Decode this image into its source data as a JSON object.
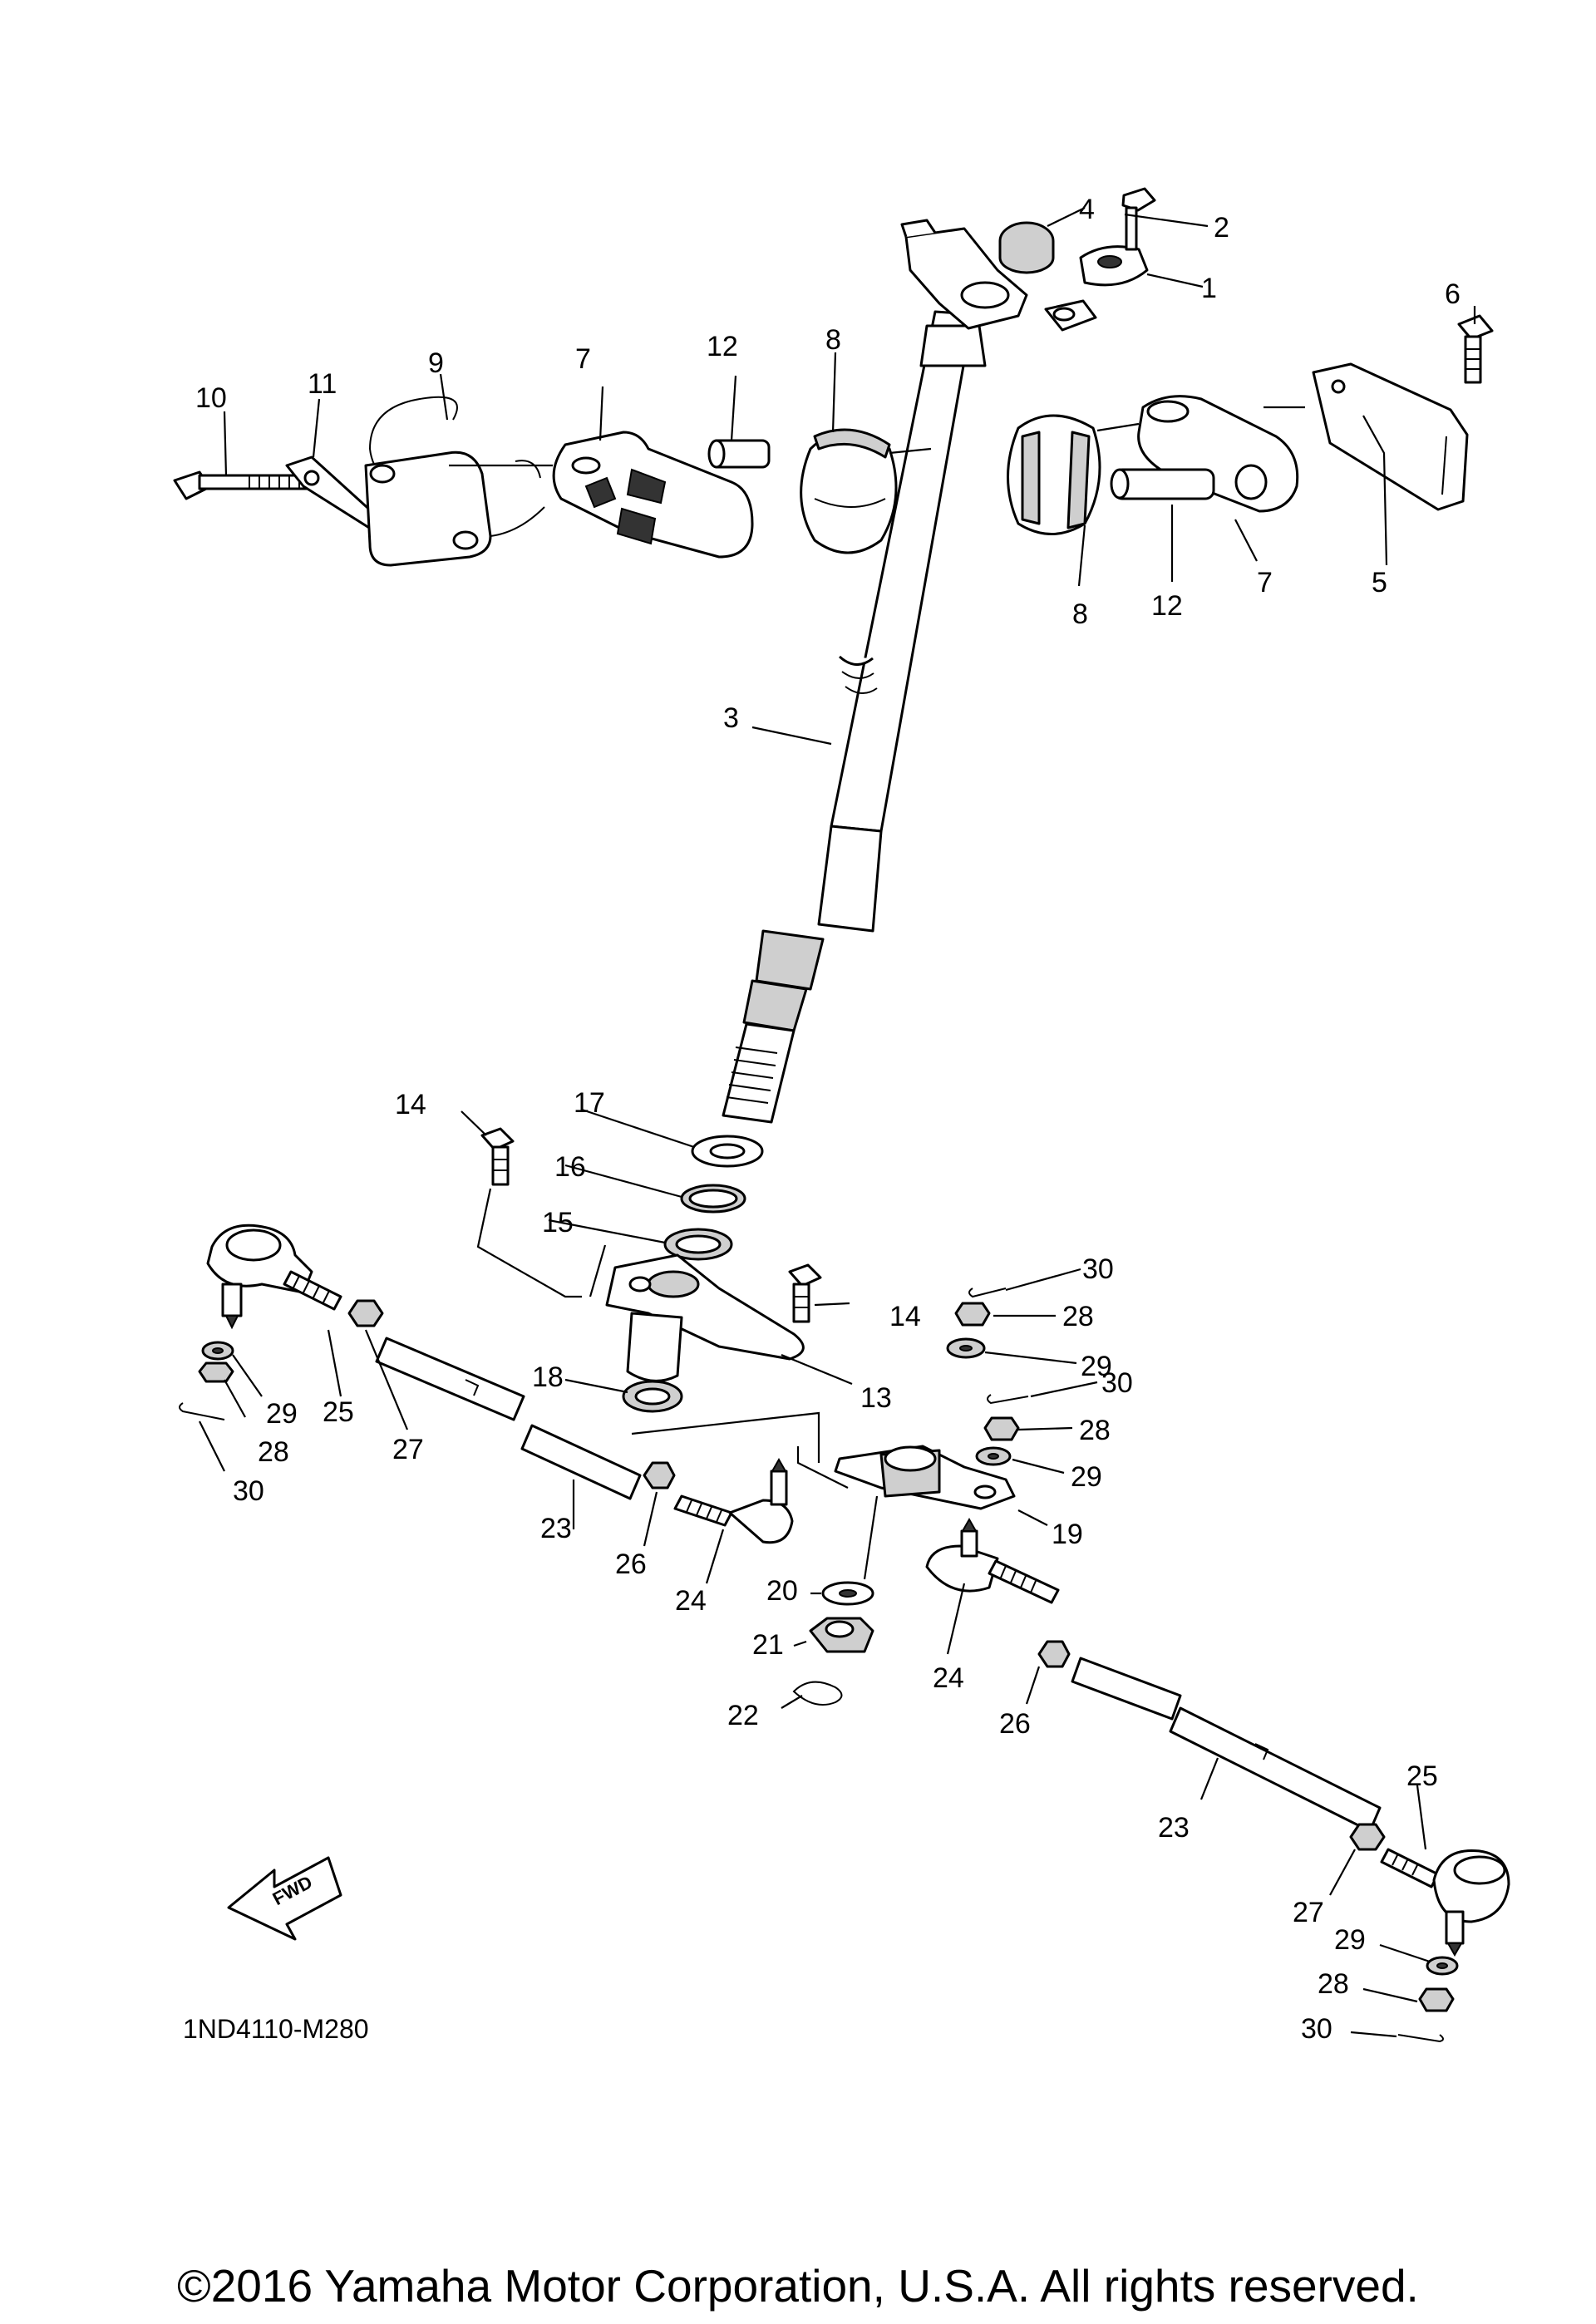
{
  "diagram_code": "1ND4110-M280",
  "fwd_label": "FWD",
  "copyright": "©2016 Yamaha Motor Corporation, U.S.A. All rights reserved.",
  "callouts": [
    {
      "id": "c1",
      "text": "1"
    },
    {
      "id": "c2",
      "text": "2"
    },
    {
      "id": "c3",
      "text": "3"
    },
    {
      "id": "c4",
      "text": "4"
    },
    {
      "id": "c5",
      "text": "5"
    },
    {
      "id": "c6",
      "text": "6"
    },
    {
      "id": "c7a",
      "text": "7"
    },
    {
      "id": "c7b",
      "text": "7"
    },
    {
      "id": "c8a",
      "text": "8"
    },
    {
      "id": "c8b",
      "text": "8"
    },
    {
      "id": "c9",
      "text": "9"
    },
    {
      "id": "c10",
      "text": "10"
    },
    {
      "id": "c11",
      "text": "11"
    },
    {
      "id": "c12a",
      "text": "12"
    },
    {
      "id": "c12b",
      "text": "12"
    },
    {
      "id": "c13",
      "text": "13"
    },
    {
      "id": "c14a",
      "text": "14"
    },
    {
      "id": "c14b",
      "text": "14"
    },
    {
      "id": "c15",
      "text": "15"
    },
    {
      "id": "c16",
      "text": "16"
    },
    {
      "id": "c17",
      "text": "17"
    },
    {
      "id": "c18",
      "text": "18"
    },
    {
      "id": "c19",
      "text": "19"
    },
    {
      "id": "c20",
      "text": "20"
    },
    {
      "id": "c21",
      "text": "21"
    },
    {
      "id": "c22",
      "text": "22"
    },
    {
      "id": "c23a",
      "text": "23"
    },
    {
      "id": "c23b",
      "text": "23"
    },
    {
      "id": "c24a",
      "text": "24"
    },
    {
      "id": "c24b",
      "text": "24"
    },
    {
      "id": "c25a",
      "text": "25"
    },
    {
      "id": "c25b",
      "text": "25"
    },
    {
      "id": "c26a",
      "text": "26"
    },
    {
      "id": "c26b",
      "text": "26"
    },
    {
      "id": "c27a",
      "text": "27"
    },
    {
      "id": "c27b",
      "text": "27"
    },
    {
      "id": "c28a",
      "text": "28"
    },
    {
      "id": "c28b",
      "text": "28"
    },
    {
      "id": "c28c",
      "text": "28"
    },
    {
      "id": "c29a",
      "text": "29"
    },
    {
      "id": "c29b",
      "text": "29"
    },
    {
      "id": "c29c",
      "text": "29"
    },
    {
      "id": "c29d",
      "text": "29"
    },
    {
      "id": "c30a",
      "text": "30"
    },
    {
      "id": "c30b",
      "text": "30"
    },
    {
      "id": "c30c",
      "text": "30"
    },
    {
      "id": "c30d",
      "text": "30"
    }
  ]
}
